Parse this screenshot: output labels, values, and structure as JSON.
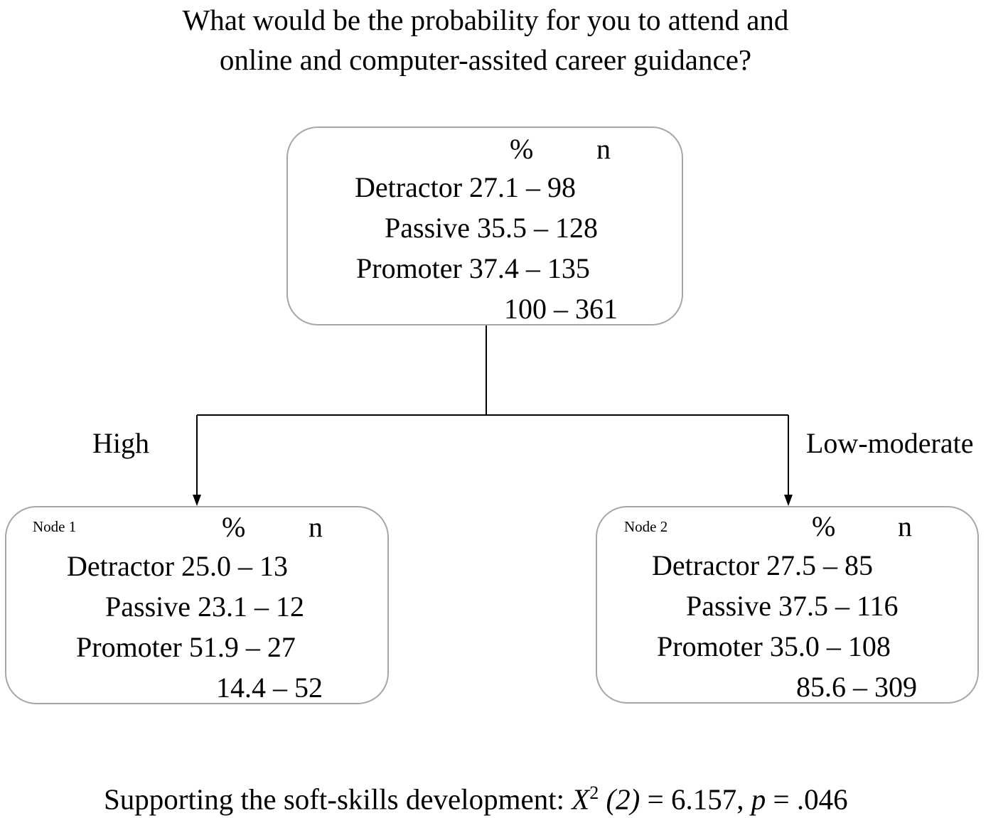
{
  "title": {
    "line1": "What would be the probability for you to attend and",
    "line2": "online and computer-assited career guidance?"
  },
  "root": {
    "col_pct": "%",
    "col_n": "n",
    "rows": [
      {
        "label": "Detractor",
        "pct": "27.1",
        "dash": "–",
        "n": "98"
      },
      {
        "label": "Passive",
        "pct": "35.5",
        "dash": "–",
        "n": "128"
      },
      {
        "label": "Promoter",
        "pct": "37.4",
        "dash": "–",
        "n": "135"
      },
      {
        "label": "",
        "pct": "100",
        "dash": "–",
        "n": "361"
      }
    ]
  },
  "branches": {
    "left": "High",
    "right": "Low-moderate"
  },
  "node1": {
    "id": "Node 1",
    "col_pct": "%",
    "col_n": "n",
    "rows": [
      {
        "label": "Detractor",
        "pct": "25.0",
        "dash": "–",
        "n": "13"
      },
      {
        "label": "Passive",
        "pct": "23.1",
        "dash": "–",
        "n": "12"
      },
      {
        "label": "Promoter",
        "pct": "51.9",
        "dash": "–",
        "n": "27"
      },
      {
        "label": "",
        "pct": "14.4",
        "dash": "–",
        "n": "52"
      }
    ]
  },
  "node2": {
    "id": "Node 2",
    "col_pct": "%",
    "col_n": "n",
    "rows": [
      {
        "label": "Detractor",
        "pct": "27.5",
        "dash": "–",
        "n": "85"
      },
      {
        "label": "Passive",
        "pct": "37.5",
        "dash": "–",
        "n": "116"
      },
      {
        "label": "Promoter",
        "pct": "35.0",
        "dash": "–",
        "n": "108"
      },
      {
        "label": "",
        "pct": "85.6",
        "dash": "–",
        "n": "309"
      }
    ]
  },
  "footer": {
    "prefix": "Supporting the soft-skills development: ",
    "stat_symbol": "X",
    "stat_sup": "2",
    "df": " (2)",
    "equals_value": " = 6.157, ",
    "p_symbol": "p",
    "p_value": " = .046"
  },
  "colors": {
    "node_border": "#a6a6a6",
    "line": "#000000",
    "text": "#000000"
  }
}
